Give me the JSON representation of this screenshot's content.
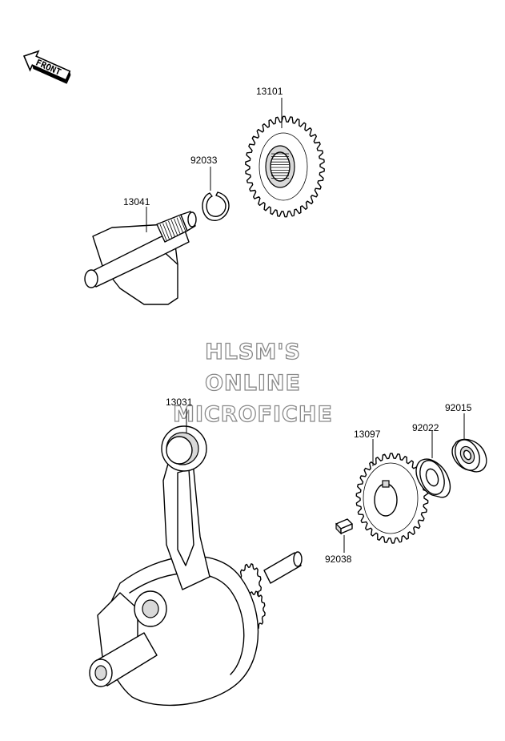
{
  "front_arrow": {
    "label": "FRONT"
  },
  "watermark": {
    "line1": "HLSM'S",
    "line2": "ONLINE",
    "line3": "MICROFICHE"
  },
  "parts": [
    {
      "ref": "13101"
    },
    {
      "ref": "92033"
    },
    {
      "ref": "13041"
    },
    {
      "ref": "13031"
    },
    {
      "ref": "13097"
    },
    {
      "ref": "92022"
    },
    {
      "ref": "92015"
    },
    {
      "ref": "92038"
    }
  ]
}
